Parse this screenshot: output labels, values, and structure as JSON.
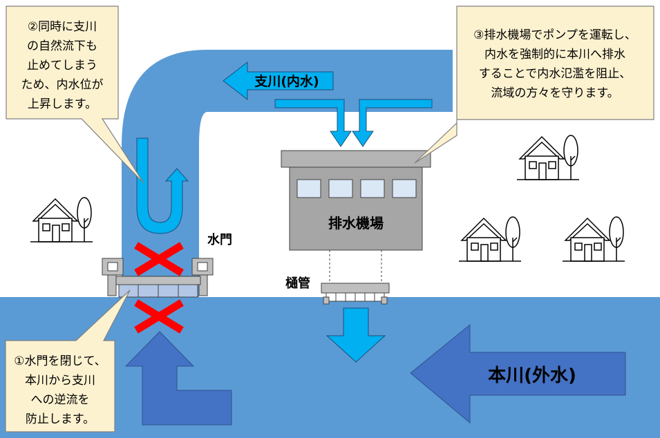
{
  "colors": {
    "water": "#5b9bd5",
    "water_dark": "#4472c4",
    "arrow_cyan": "#00b0f0",
    "callout_fill": "#fdf2d0",
    "building": "#a6a6a6",
    "building_roof": "#b4b4b4",
    "window": "#dae7f5",
    "cross": "#ff0000",
    "gate_blue": "#b4c7e7"
  },
  "labels": {
    "tributary": "支川(内水)",
    "main_river": "本川(外水)",
    "pump_station": "排水機場",
    "water_gate": "水門",
    "sluice_pipe": "樋管"
  },
  "callouts": {
    "c1": [
      "①水門を閉じて、",
      "本川から支川",
      "への逆流を",
      "防止します。"
    ],
    "c2": [
      "②同時に支川",
      "の自然流下も",
      "止めてしまう",
      "ため、内水位が",
      "上昇します。"
    ],
    "c3": [
      "③排水機場でポンプを運転し、",
      "内水を強制的に本川へ排水",
      "することで内水氾濫を阻止、",
      "流域の方々を守ります。"
    ]
  },
  "icons": [
    "house-tree-icon",
    "cross-mark-icon",
    "flow-arrow-icon",
    "u-turn-arrow-icon",
    "gate-post-icon"
  ]
}
